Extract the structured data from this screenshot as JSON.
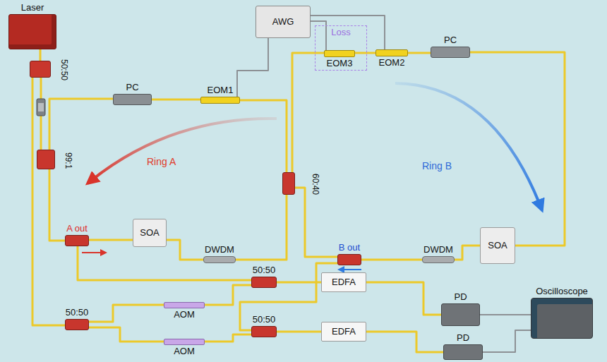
{
  "diagram": {
    "nodes": [
      {
        "text": [
          "Laser"
        ]
      },
      {
        "text": [
          "50:50"
        ]
      },
      {
        "text": [
          "99:1"
        ]
      },
      {
        "text": [
          "PC"
        ]
      },
      {
        "text": [
          "EOM1"
        ]
      },
      {
        "text": [
          "AWG"
        ]
      },
      {
        "text": [
          "Loss"
        ]
      },
      {
        "text": [
          "EOM3"
        ],
        "in": 6
      },
      {
        "text": [
          "EOM2"
        ]
      },
      {
        "text": [
          "PC"
        ]
      },
      {
        "text": [
          "60:40"
        ]
      },
      {
        "text": [
          "SOA"
        ]
      },
      {
        "text": [
          "DWDM"
        ]
      },
      {
        "text": [
          "A out"
        ]
      },
      {
        "text": [
          "SOA"
        ]
      },
      {
        "text": [
          "DWDM"
        ]
      },
      {
        "text": [
          "B out"
        ]
      },
      {
        "text": [
          "50:50"
        ]
      },
      {
        "text": [
          "AOM"
        ]
      },
      {
        "text": [
          "AOM"
        ]
      },
      {
        "text": [
          "50:50"
        ]
      },
      {
        "text": [
          "50:50"
        ]
      },
      {
        "text": [
          "EDFA"
        ]
      },
      {
        "text": [
          "EDFA"
        ]
      },
      {
        "text": [
          "PD"
        ]
      },
      {
        "text": [
          "PD"
        ]
      },
      {
        "text": [
          "Oscilloscope"
        ]
      }
    ],
    "edges": [
      {
        "from": 0,
        "to": 1,
        "arrow": "none"
      },
      {
        "from": 1,
        "to": 2,
        "arrow": "none"
      },
      {
        "from": 1,
        "to": 17,
        "arrow": "none"
      },
      {
        "from": 2,
        "to": 3,
        "arrow": "none"
      },
      {
        "from": 3,
        "to": 4,
        "arrow": "none"
      },
      {
        "from": 4,
        "to": 10,
        "arrow": "none"
      },
      {
        "from": 10,
        "to": 12,
        "arrow": "none"
      },
      {
        "from": 12,
        "to": 11,
        "arrow": "none"
      },
      {
        "from": 11,
        "to": 13,
        "arrow": "none"
      },
      {
        "from": 13,
        "to": 2,
        "arrow": "none"
      },
      {
        "from": 10,
        "to": 7,
        "arrow": "none"
      },
      {
        "from": 7,
        "to": 8,
        "arrow": "none"
      },
      {
        "from": 8,
        "to": 9,
        "arrow": "none"
      },
      {
        "from": 9,
        "to": 14,
        "arrow": "none"
      },
      {
        "from": 14,
        "to": 15,
        "arrow": "none"
      },
      {
        "from": 15,
        "to": 16,
        "arrow": "none"
      },
      {
        "from": 16,
        "to": 10,
        "arrow": "none"
      },
      {
        "from": 5,
        "to": 4,
        "arrow": "none"
      },
      {
        "from": 5,
        "to": 7,
        "arrow": "none"
      },
      {
        "from": 5,
        "to": 8,
        "arrow": "none"
      },
      {
        "from": 13,
        "to": 20,
        "arrow": "none"
      },
      {
        "from": 16,
        "to": 21,
        "arrow": "none"
      },
      {
        "from": 17,
        "to": 18,
        "arrow": "none"
      },
      {
        "from": 17,
        "to": 19,
        "arrow": "none"
      },
      {
        "from": 18,
        "to": 20,
        "arrow": "none"
      },
      {
        "from": 19,
        "to": 21,
        "arrow": "none"
      },
      {
        "from": 20,
        "to": 22,
        "arrow": "none"
      },
      {
        "from": 21,
        "to": 23,
        "arrow": "none"
      },
      {
        "from": 22,
        "to": 24,
        "arrow": "none"
      },
      {
        "from": 23,
        "to": 25,
        "arrow": "none"
      },
      {
        "from": 24,
        "to": 26,
        "arrow": "none"
      },
      {
        "from": 25,
        "to": 26,
        "arrow": "none"
      }
    ],
    "labels": [
      "Ring A",
      "Ring B"
    ]
  }
}
